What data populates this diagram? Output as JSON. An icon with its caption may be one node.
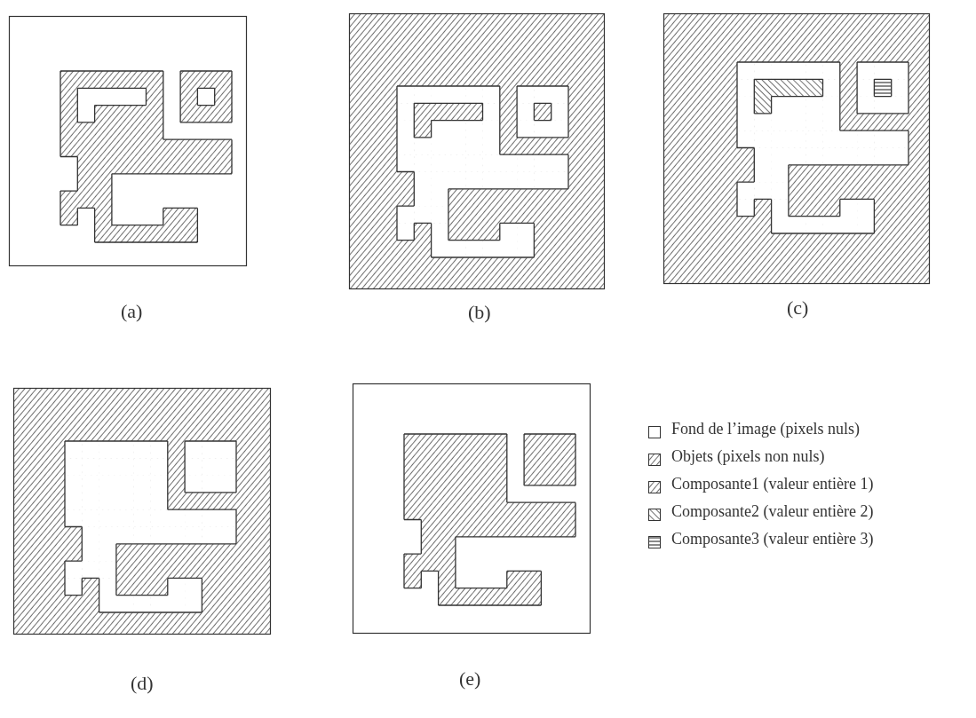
{
  "diagram": {
    "labels": [
      "(a)",
      "(b)",
      "(c)",
      "(d)",
      "(e)"
    ],
    "legend": [
      {
        "text": "Fond de l’image (pixels nuls)"
      },
      {
        "text": "Objets (pixels non nuls)"
      },
      {
        "text": "Composante1 (valeur entière 1)"
      },
      {
        "text": "Composante2 (valeur entière 2)"
      },
      {
        "text": "Composante3 (valeur entière 3)"
      }
    ]
  }
}
